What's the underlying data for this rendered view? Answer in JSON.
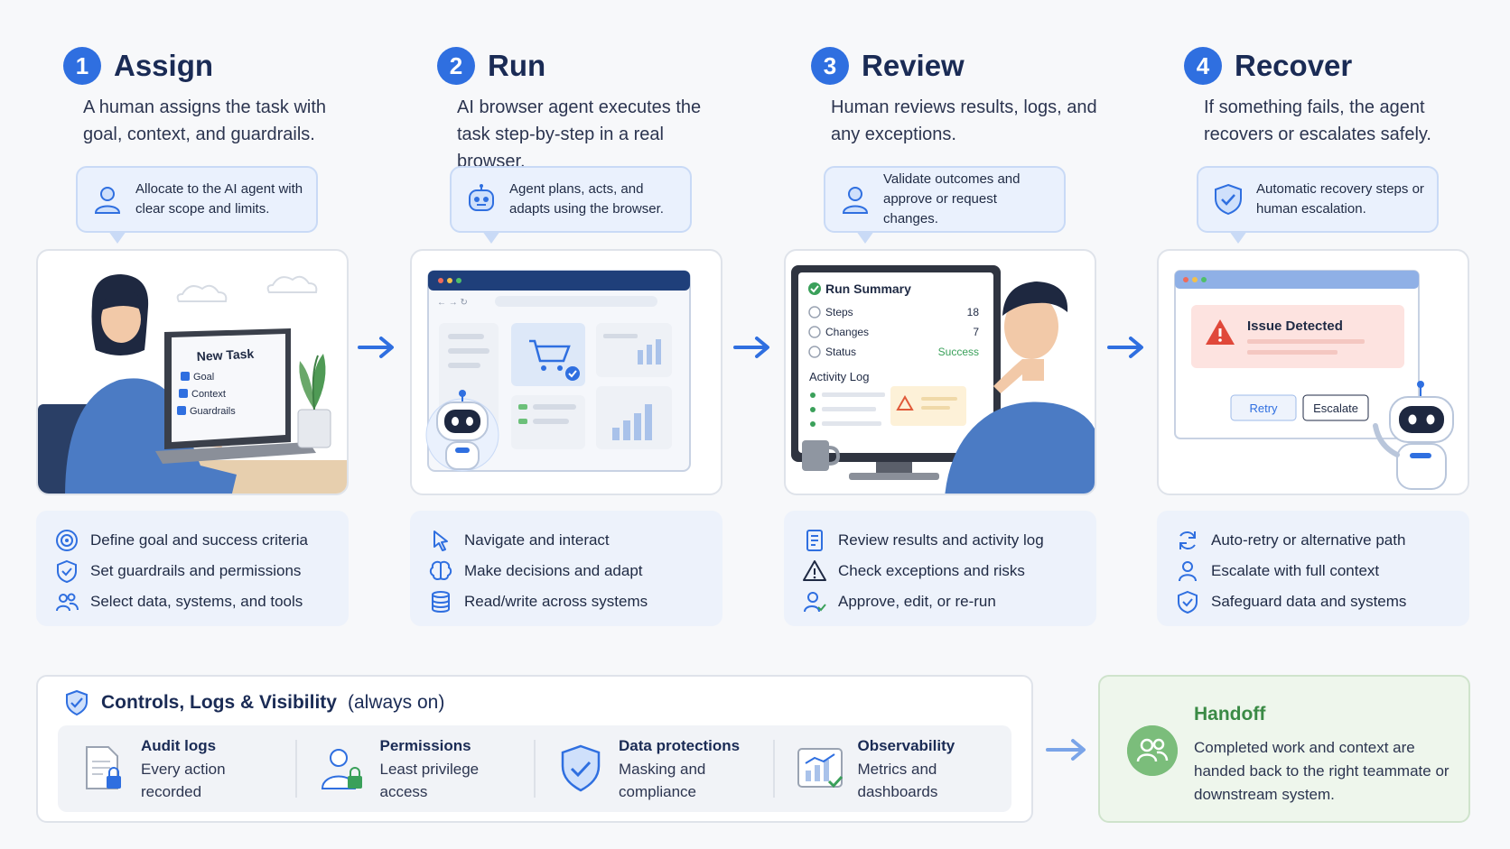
{
  "colors": {
    "primary": "#2f6fe0",
    "callout_bg": "#eaf1fd",
    "points_bg": "#edf2fb",
    "success": "#3aa05a",
    "warning": "#e05a3a",
    "handoff_bg": "#eef6ec"
  },
  "stages": [
    {
      "number": "1",
      "title": "Assign",
      "description": "A human assigns the task with goal, context, and guardrails.",
      "callout": "Allocate to the AI agent with clear scope and limits.",
      "callout_icon": "person-icon",
      "illustration": {
        "task_title": "New Task",
        "task_items": [
          "Goal",
          "Context",
          "Guardrails"
        ]
      },
      "points": [
        {
          "icon": "target-icon",
          "text": "Define goal and success criteria"
        },
        {
          "icon": "shield-icon",
          "text": "Set guardrails and permissions"
        },
        {
          "icon": "users-icon",
          "text": "Select data, systems, and tools"
        }
      ]
    },
    {
      "number": "2",
      "title": "Run",
      "description": "AI browser agent executes the task step-by-step in a real browser.",
      "callout": "Agent plans, acts, and adapts using the browser.",
      "callout_icon": "robot-icon",
      "points": [
        {
          "icon": "cursor-icon",
          "text": "Navigate and interact"
        },
        {
          "icon": "brain-icon",
          "text": "Make decisions and adapt"
        },
        {
          "icon": "database-icon",
          "text": "Read/write across systems"
        }
      ]
    },
    {
      "number": "3",
      "title": "Review",
      "description": "Human reviews results, logs, and any exceptions.",
      "callout": "Validate outcomes and approve or request changes.",
      "callout_icon": "person-icon",
      "illustration": {
        "summary_title": "Run Summary",
        "rows": [
          {
            "label": "Steps",
            "value": "18"
          },
          {
            "label": "Changes",
            "value": "7"
          },
          {
            "label": "Status",
            "value": "Success"
          }
        ],
        "log_title": "Activity Log"
      },
      "points": [
        {
          "icon": "document-list-icon",
          "text": "Review results and activity log"
        },
        {
          "icon": "warning-icon",
          "text": "Check exceptions and risks"
        },
        {
          "icon": "user-check-icon",
          "text": "Approve, edit, or re-run"
        }
      ]
    },
    {
      "number": "4",
      "title": "Recover",
      "description": "If something fails, the agent recovers or escalates safely.",
      "callout": "Automatic recovery steps or human escalation.",
      "callout_icon": "shield-check-icon",
      "illustration": {
        "issue_title": "Issue Detected",
        "retry_label": "Retry",
        "escalate_label": "Escalate"
      },
      "points": [
        {
          "icon": "refresh-icon",
          "text": "Auto-retry or alternative path"
        },
        {
          "icon": "person-icon",
          "text": "Escalate with full context"
        },
        {
          "icon": "shield-check-icon",
          "text": "Safeguard data and systems"
        }
      ]
    }
  ],
  "controls": {
    "title": "Controls, Logs & Visibility",
    "subtitle": "(always on)",
    "items": [
      {
        "icon": "document-lock-icon",
        "title": "Audit logs",
        "desc": "Every action recorded"
      },
      {
        "icon": "person-lock-icon",
        "title": "Permissions",
        "desc": "Least privilege access"
      },
      {
        "icon": "shield-check-icon",
        "title": "Data protections",
        "desc": "Masking and compliance"
      },
      {
        "icon": "chart-icon",
        "title": "Observability",
        "desc": "Metrics and dashboards"
      }
    ]
  },
  "handoff": {
    "title": "Handoff",
    "desc": "Completed work and context are handed back to the right teammate or downstream system.",
    "icon": "team-icon"
  }
}
